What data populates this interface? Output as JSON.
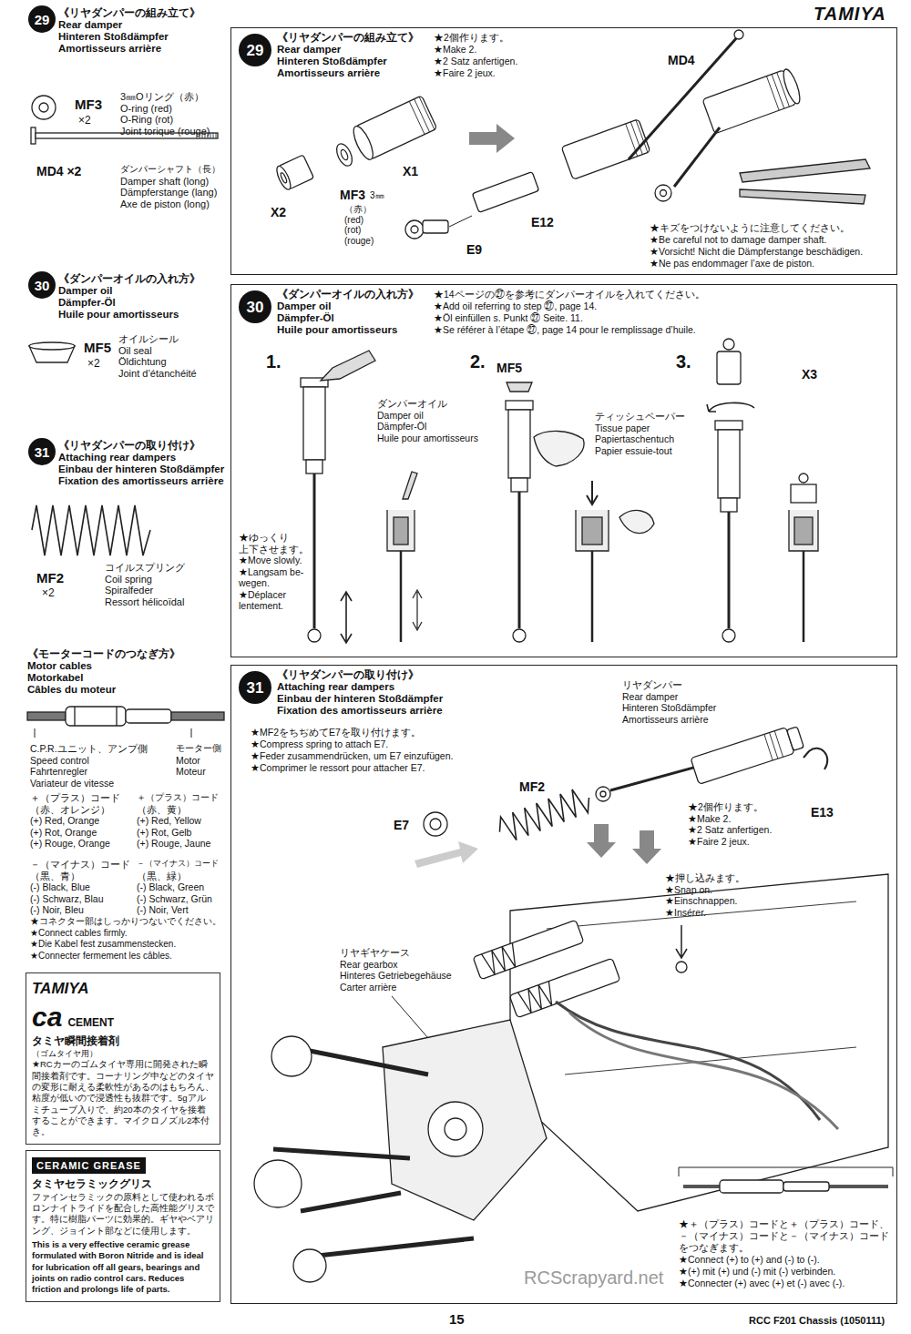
{
  "diagram": {
    "title": "TAMIYA",
    "caption": "RCC F201 Chassis (1050111)",
    "nodes": [
      {
        "text": [
          "29"
        ]
      },
      {
        "text": [
          "30"
        ]
      },
      {
        "text": [
          "31"
        ]
      },
      {
        "text": [
          "TAMIYA",
          "ca",
          "CEMENT",
          "タミヤ瞬間接着剤",
          "（ゴムタイヤ用）",
          "★RCカーのゴムタイヤ専用に開発された瞬間接着剤です。コーナリング中などのタイヤの変形に耐える柔軟性があるのはもちろん、粘度が低いので浸透性も抜群です。5gアルミチューブ入りで、約20本のタイヤを接着することができます。マイクロノズル2本付き。"
        ]
      },
      {
        "text": [
          "CERAMIC GREASE",
          "タミヤセラミックグリス",
          "ファインセラミックの原料として使われるボロンナイトライドを配合した高性能グリスです。特に樹脂パーツに効果的。ギヤやベアリング、ジョイント部などに使用します。",
          "This is a very effective ceramic grease formulated with Boron Nitride and is ideal for lubrication off all gears, bearings and joints on radio control cars. Reduces friction and prolongs life of parts."
        ]
      },
      {
        "text": [
          "《リヤダンパーの組み立て》",
          "Rear damper",
          "Hinteren Stoßdämpfer",
          "Amortisseurs arrière",
          "★2個作ります。",
          "★Make 2.",
          "★2 Satz anfertigen.",
          "★Faire 2 jeux."
        ]
      },
      {
        "text": [
          "29"
        ],
        "in": 5
      },
      {
        "text": [
          "《ダンパーオイルの入れ方》",
          "Damper oil",
          "Dämpfer-Öl",
          "Huile pour amortisseurs",
          "★14ページの㉗を参考にダンパーオイルを入れてください。",
          "★Add oil referring to step ㉗, page 14.",
          "★Öl einfüllen s. Punkt ㉗ Seite. 11.",
          "★Se référer à l’étape ㉗, page 14 pour le remplissage d’huile."
        ]
      },
      {
        "text": [
          "30"
        ],
        "in": 7
      },
      {
        "text": [
          "《リヤダンパーの取り付け》",
          "Attaching rear dampers",
          "Einbau der hinteren Stoßdämpfer",
          "Fixation des amortisseurs arrière"
        ]
      },
      {
        "text": [
          "31"
        ],
        "in": 9
      }
    ],
    "labels": [
      "《リヤダンパーの組み立て》",
      "Rear damper",
      "Hinteren Stoßdämpfer",
      "Amortisseurs arrière",
      "MF3",
      "×2",
      "3㎜Oリング（赤）",
      "O-ring (red)",
      "O-Ring (rot)",
      "Joint torique (rouge)",
      "MD4 ×2",
      "ダンパーシャフト（長）",
      "Damper shaft (long)",
      "Dämpferstange (lang)",
      "Axe de piston (long)",
      "《ダンパーオイルの入れ方》",
      "Damper oil",
      "Dämpfer-Öl",
      "Huile pour amortisseurs",
      "MF5",
      "×2",
      "オイルシール",
      "Oil seal",
      "Öldichtung",
      "Joint d’étanchéité",
      "《リヤダンパーの取り付け》",
      "Attaching rear dampers",
      "Einbau der hinteren Stoßdämpfer",
      "Fixation des amortisseurs arrière",
      "MF2",
      "×2",
      "コイルスプリング",
      "Coil spring",
      "Spiralfeder",
      "Ressort hélicoïdal",
      "《モーターコードのつなぎ方》",
      "Motor cables",
      "Motorkabel",
      "Câbles du moteur",
      "C.P.R.ユニット、アンプ側",
      "Speed control",
      "Fahrtenregler",
      "Variateur de vitesse",
      "モーター側",
      "Motor",
      "Moteur",
      "＋（プラス）コード",
      "（赤、オレンジ）",
      "(+) Red, Orange",
      "(+) Rot, Orange",
      "(+) Rouge, Orange",
      "＋（プラス）コード",
      "（赤、黄）",
      "(+) Red, Yellow",
      "(+) Rot, Gelb",
      "(+) Rouge, Jaune",
      "－（マイナス）コード",
      "（黒、青）",
      "(-) Black, Blue",
      "(-) Schwarz, Blau",
      "(-) Noir, Bleu",
      "－（マイナス）コード",
      "（黒、緑）",
      "(-) Black, Green",
      "(-) Schwarz, Grün",
      "(-) Noir, Vert",
      "★コネクター部はしっかりつないでください。",
      "★Connect cables firmly.",
      "★Die Kabel fest zusammenstecken.",
      "★Connecter fermement les câbles.",
      "MD4",
      "X1",
      "X2",
      "MF3",
      "3㎜",
      "（赤）",
      "(red)",
      "(rot)",
      "(rouge)",
      "E12",
      "E9",
      "★キズをつけないように注意してください。",
      "★Be careful not to damage damper shaft.",
      "★Vorsicht! Nicht die Dämpferstange beschädigen.",
      "★Ne pas endommager l’axe de piston.",
      "1.",
      "2.",
      "3.",
      "MF5",
      "ダンパーオイル",
      "Damper oil",
      "Dämpfer-Öl",
      "Huile pour amortisseurs",
      "ティッシュペーパー",
      "Tissue paper",
      "Papiertaschentuch",
      "Papier essuie-tout",
      "X3",
      "★ゆっくり",
      "上下させます。",
      "★Move slowly.",
      "★Langsam be-",
      "wegen.",
      "★Déplacer",
      "lentement.",
      "★MF2をちぢめてE7を取り付けます。",
      "★Compress spring to attach E7.",
      "★Feder zusammendrücken, um E7 einzufügen.",
      "★Comprimer le ressort pour attacher E7.",
      "リヤダンパー",
      "Rear damper",
      "Hinteren Stoßdämpfer",
      "Amortisseurs arrière",
      "MF2",
      "E7",
      "E13",
      "★2個作ります。",
      "★Make 2.",
      "★2 Satz anfertigen.",
      "★Faire 2 jeux.",
      "★押し込みます。",
      "★Snap on.",
      "★Einschnappen.",
      "★Insérer.",
      "リヤギヤケース",
      "Rear gearbox",
      "Hinteres Getriebegehäuse",
      "Carter arrière",
      "★＋（プラス）コードと＋（プラス）コード、",
      "－（マイナス）コードと－（マイナス）コード",
      "をつなぎます。",
      "★Connect (+) to (+) and (-) to (-).",
      "★(+) mit (+) und (-) mit (-) verbinden.",
      "★Connecter (+) avec (+) et (-) avec (-).",
      "15",
      "RCScrapyard.net"
    ]
  }
}
